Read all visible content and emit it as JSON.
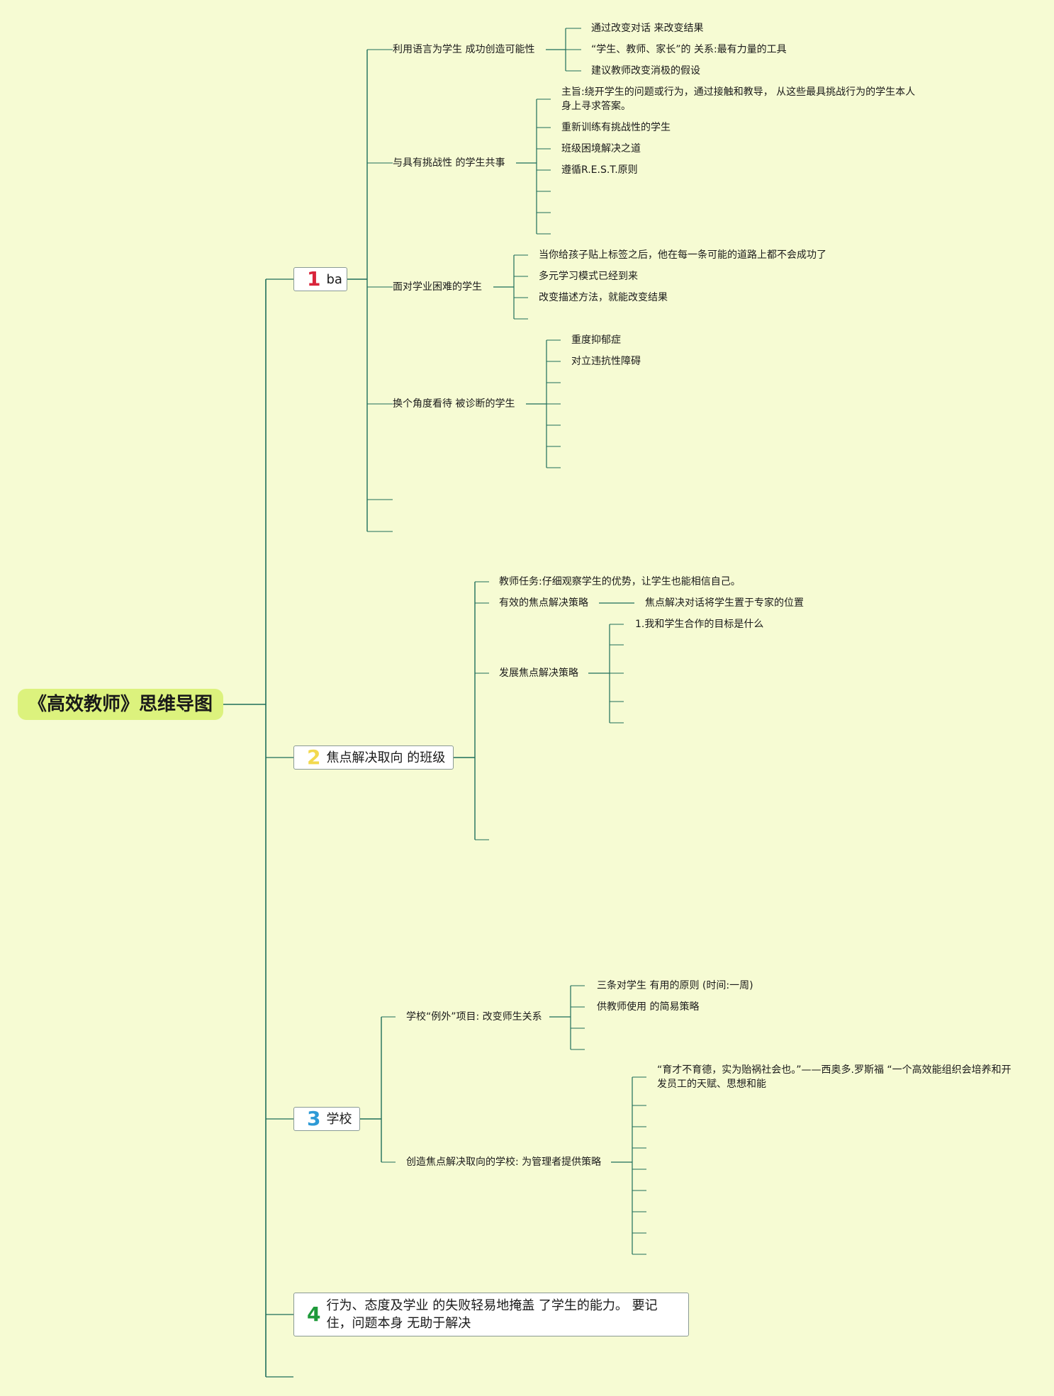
{
  "title": "《高效教师》思维导图",
  "colors": {
    "background": "#f6fbd3",
    "root_fill": "#dcf27d",
    "line": "#1e6e5a"
  },
  "branches": [
    {
      "number": "1",
      "number_color": "#d9243b",
      "label": "ba",
      "children": [
        {
          "label": "利用语言为学生 成功创造可能性",
          "children": [
            "通过改变对话 来改变结果",
            "“学生、教师、家长”的 关系:最有力量的工具",
            "建议教师改变消极的假设"
          ]
        },
        {
          "label": "与具有挑战性 的学生共事",
          "children": [
            "主旨:绕开学生的问题或行为，通过接触和教导， 从这些最具挑战行为的学生本人身上寻求答案。",
            "重新训练有挑战性的学生",
            "班级困境解决之道",
            "遵循R.E.S.T.原则",
            "",
            "",
            ""
          ]
        },
        {
          "label": "面对学业困难的学生",
          "children": [
            "当你给孩子贴上标签之后，他在每一条可能的道路上都不会成功了",
            "多元学习模式已经到来",
            "改变描述方法，就能改变结果",
            ""
          ]
        },
        {
          "label": "换个角度看待 被诊断的学生",
          "children": [
            "重度抑郁症",
            "对立违抗性障碍",
            "",
            "",
            "",
            "",
            ""
          ]
        },
        {
          "label": "",
          "children": []
        },
        {
          "label": "",
          "children": []
        }
      ]
    },
    {
      "number": "2",
      "number_color": "#f2d94e",
      "label": "焦点解决取向 的班级",
      "children": [
        {
          "label": "教师任务:仔细观察学生的优势，让学生也能相信自己。",
          "children": []
        },
        {
          "label": "有效的焦点解决策略",
          "children": [
            "焦点解决对话将学生置于专家的位置"
          ]
        },
        {
          "label": "发展焦点解决策略",
          "children": [
            "1.我和学生合作的目标是什么",
            "",
            "",
            "",
            "",
            ""
          ]
        },
        {
          "label": "",
          "children": []
        }
      ]
    },
    {
      "number": "3",
      "number_color": "#2d9ad6",
      "label": "学校",
      "children": [
        {
          "label": "学校“例外”项目: 改变师生关系",
          "children": [
            "三条对学生 有用的原则 (时间:一周)",
            "供教师使用 的简易策略",
            "",
            ""
          ]
        },
        {
          "label": "创造焦点解决取向的学校: 为管理者提供策略",
          "children": [
            "“育才不育德，实为贻祸社会也。”——西奥多.罗斯福 “一个高效能组织会培养和开发员工的天赋、思想和能",
            "",
            "",
            "",
            "",
            "",
            "",
            "",
            ""
          ]
        }
      ]
    },
    {
      "number": "4",
      "number_color": "#1e9a3a",
      "label": "行为、态度及学业 的失败轻易地掩盖 了学生的能力。 要记住，问题本身 无助于解决",
      "children": []
    },
    {
      "number": "",
      "label": "",
      "children": []
    }
  ]
}
